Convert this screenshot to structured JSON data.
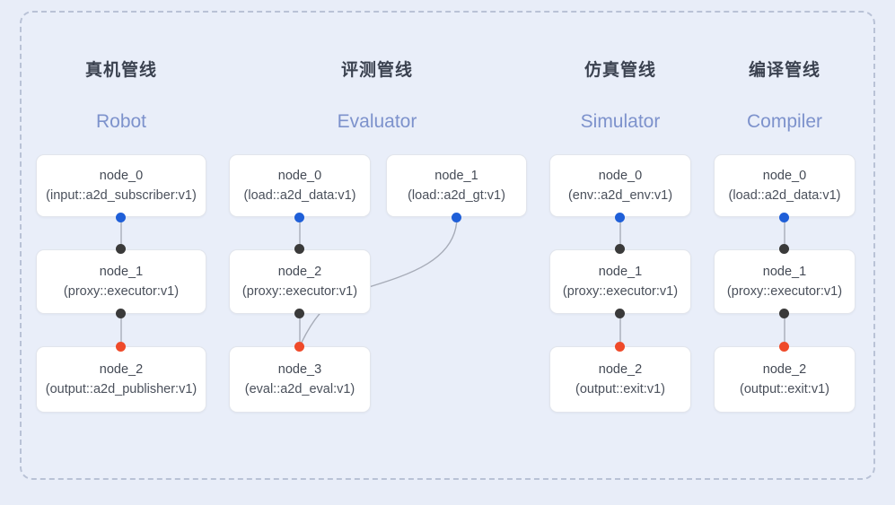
{
  "diagram": {
    "title_visible": false,
    "frame": {
      "style": "dashed-rounded",
      "border_color": "#b9c2d6",
      "fill": "#e9eef9"
    },
    "background_color": "#e8edf8",
    "port_colors": {
      "source": "#1f5fd8",
      "middle": "#3a3a3a",
      "sink": "#ef4a2a"
    },
    "columns": [
      {
        "id": "robot",
        "title_cn": "真机管线",
        "title_en": "Robot",
        "nodes": [
          {
            "name": "node_0",
            "type": "(input::a2d_subscriber:v1)"
          },
          {
            "name": "node_1",
            "type": "(proxy::executor:v1)"
          },
          {
            "name": "node_2",
            "type": "(output::a2d_publisher:v1)"
          }
        ]
      },
      {
        "id": "evaluator",
        "title_cn": "评测管线",
        "title_en": "Evaluator",
        "nodes": [
          {
            "name": "node_0",
            "type": "(load::a2d_data:v1)"
          },
          {
            "name": "node_1",
            "type": "(load::a2d_gt:v1)"
          },
          {
            "name": "node_2",
            "type": "(proxy::executor:v1)"
          },
          {
            "name": "node_3",
            "type": "(eval::a2d_eval:v1)"
          }
        ]
      },
      {
        "id": "simulator",
        "title_cn": "仿真管线",
        "title_en": "Simulator",
        "nodes": [
          {
            "name": "node_0",
            "type": "(env::a2d_env:v1)"
          },
          {
            "name": "node_1",
            "type": "(proxy::executor:v1)"
          },
          {
            "name": "node_2",
            "type": "(output::exit:v1)"
          }
        ]
      },
      {
        "id": "compiler",
        "title_cn": "编译管线",
        "title_en": "Compiler",
        "nodes": [
          {
            "name": "node_0",
            "type": "(load::a2d_data:v1)"
          },
          {
            "name": "node_1",
            "type": "(proxy::executor:v1)"
          },
          {
            "name": "node_2",
            "type": "(output::exit:v1)"
          }
        ]
      }
    ]
  }
}
